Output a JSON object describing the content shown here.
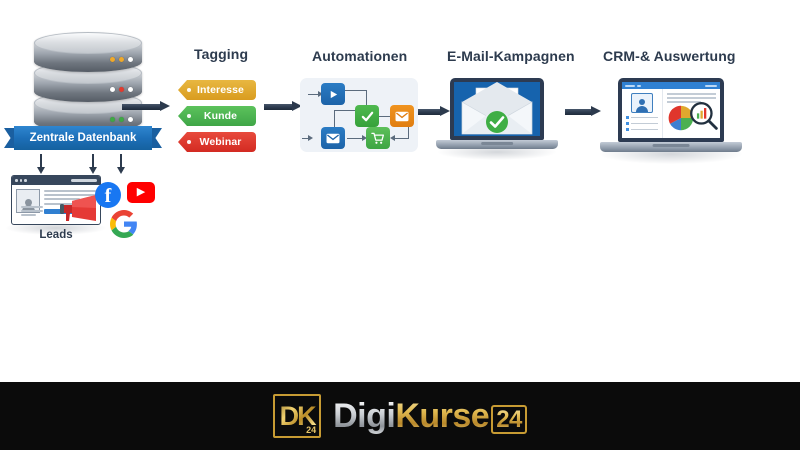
{
  "diagram": {
    "title_colors": {
      "heading": "#2d3b4e",
      "arrow": "#2c3a4d",
      "ribbon": "#1d6fb8"
    },
    "headings": [
      {
        "label": "Tagging"
      },
      {
        "label": "Automationen"
      },
      {
        "label": "E-Mail-Kampagnen"
      },
      {
        "label": "CRM-& Auswertung"
      }
    ],
    "database": {
      "ribbon_label": "Zentrale Datenbank",
      "led_rows": [
        {
          "colors": [
            "#f0a92a",
            "#f0a92a",
            "#ffffff"
          ]
        },
        {
          "colors": [
            "#ffffff",
            "#e33b2e",
            "#ffffff"
          ]
        },
        {
          "colors": [
            "#3fa845",
            "#3fa845",
            "#ffffff"
          ]
        }
      ]
    },
    "leads": {
      "label": "Leads",
      "icon_names": [
        "website-lead-card-icon",
        "megaphone-icon"
      ]
    },
    "social": [
      {
        "name": "facebook-icon",
        "glyph": "f",
        "color": "#1877F2"
      },
      {
        "name": "youtube-icon",
        "glyph": "▶",
        "color": "#FF0000"
      },
      {
        "name": "google-icon",
        "glyph": "G",
        "color": "#4285F4"
      }
    ],
    "tags": [
      {
        "label": "Interesse",
        "color": "#e0a82e"
      },
      {
        "label": "Kunde",
        "color": "#4cb050"
      },
      {
        "label": "Webinar",
        "color": "#e0362c"
      }
    ],
    "automation_nodes": [
      {
        "name": "play-node",
        "icon": "play-icon",
        "color": "#1d63a8"
      },
      {
        "name": "check-node",
        "icon": "check-icon",
        "color": "#36a13a"
      },
      {
        "name": "mail-node-orange",
        "icon": "mail-icon",
        "color": "#e07d10"
      },
      {
        "name": "mail-node-blue",
        "icon": "mail-icon",
        "color": "#1d63a8"
      },
      {
        "name": "cart-node",
        "icon": "cart-icon",
        "color": "#3da544"
      }
    ],
    "email_screen": {
      "icon_names": [
        "envelope-icon",
        "letter-icon",
        "check-circle-icon"
      ],
      "background": "#1663ad"
    },
    "crm_screen": {
      "icon_names": [
        "contact-card-icon",
        "pie-chart-icon",
        "bar-chart-icon",
        "magnifier-icon"
      ],
      "pie_colors": [
        "#3d7fd1",
        "#e0362c",
        "#e0a82e",
        "#4cb050"
      ],
      "bar_colors": [
        "#4cb050",
        "#e0a82e",
        "#e0362c"
      ]
    },
    "flow_arrow_count": 4
  },
  "footer": {
    "mark_letters": "DK",
    "mark_number": "24",
    "brand_part1": "Digi",
    "brand_part2": "Kurse",
    "brand_suffix": "24",
    "background": "#0b0b0b"
  }
}
